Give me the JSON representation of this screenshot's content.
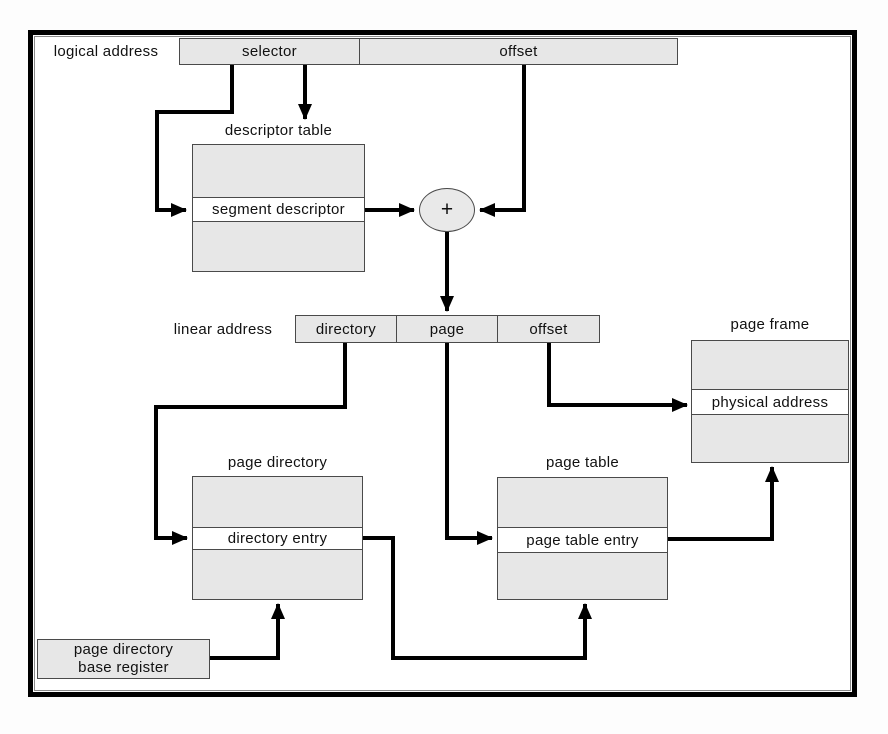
{
  "labels": {
    "logical_address": "logical address",
    "selector": "selector",
    "offset_top": "offset",
    "descriptor_table_title": "descriptor table",
    "segment_descriptor": "segment descriptor",
    "plus": "+",
    "linear_address": "linear address",
    "directory": "directory",
    "page": "page",
    "offset_linear": "offset",
    "page_directory_title": "page directory",
    "directory_entry": "directory entry",
    "page_table_title": "page table",
    "page_table_entry": "page table entry",
    "page_frame_title": "page frame",
    "physical_address": "physical address",
    "pdbr_line1": "page directory",
    "pdbr_line2": "base register"
  },
  "colors": {
    "box_fill": "#e7e7e7",
    "box_border": "#4a4a4a",
    "line": "#000000",
    "background": "#ffffff"
  }
}
